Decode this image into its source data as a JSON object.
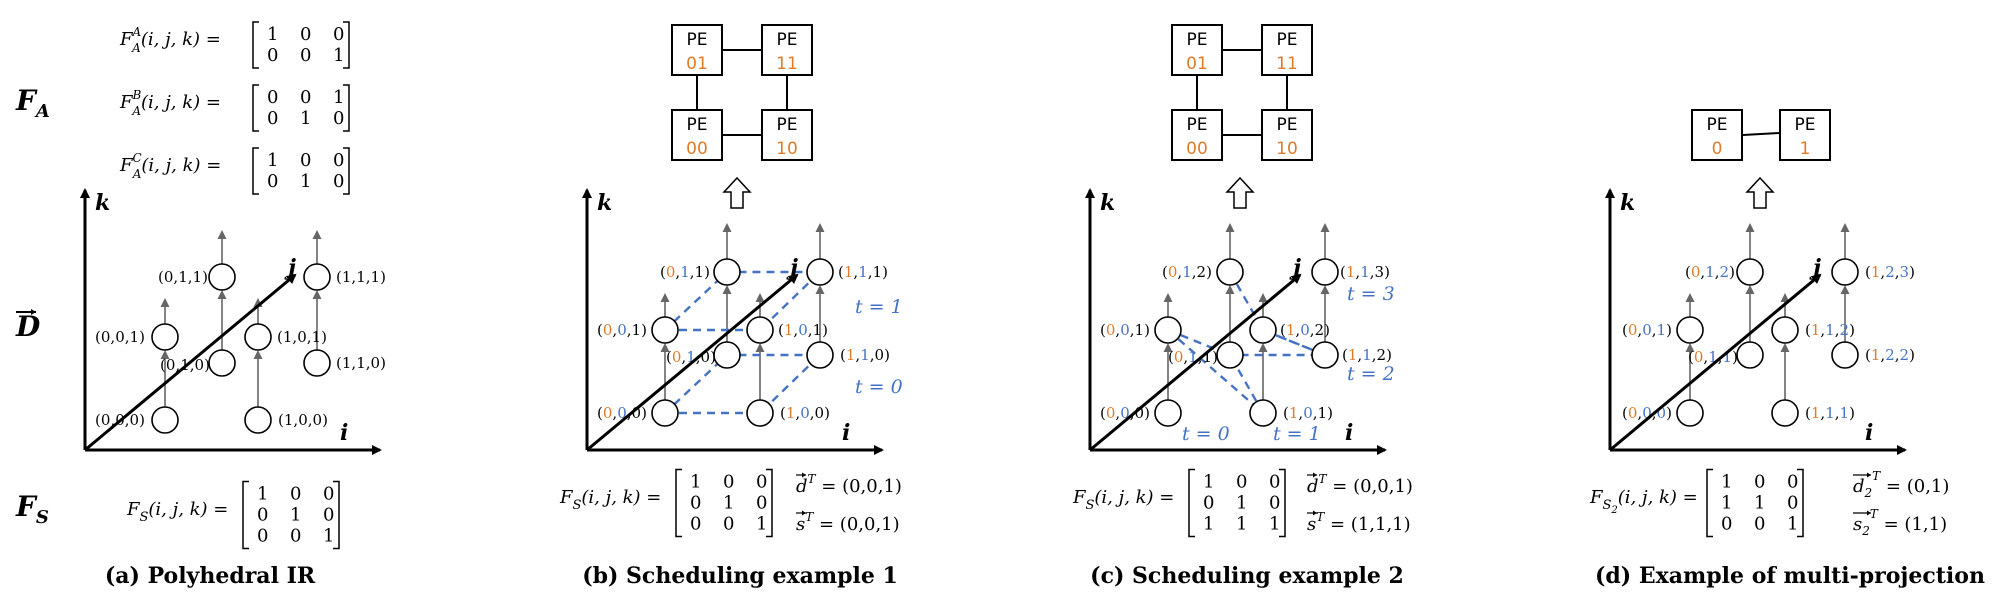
{
  "side_labels": {
    "fa": "F_A",
    "d": "D",
    "fs": "F_S"
  },
  "panel_a": {
    "caption": "(a) Polyhedral IR",
    "fa_eqs": [
      {
        "lhs": "F",
        "sup": "A",
        "sub": "A",
        "args": "(i, j, k) =",
        "rows": [
          [
            "1",
            "0",
            "0"
          ],
          [
            "0",
            "0",
            "1"
          ]
        ]
      },
      {
        "lhs": "F",
        "sup": "B",
        "sub": "A",
        "args": "(i, j, k) =",
        "rows": [
          [
            "0",
            "0",
            "1"
          ],
          [
            "0",
            "1",
            "0"
          ]
        ]
      },
      {
        "lhs": "F",
        "sup": "C",
        "sub": "A",
        "args": "(i, j, k) =",
        "rows": [
          [
            "1",
            "0",
            "0"
          ],
          [
            "0",
            "1",
            "0"
          ]
        ]
      }
    ],
    "nodes": [
      "(0,0,0)",
      "(1,0,0)",
      "(0,1,0)",
      "(1,1,0)",
      "(0,0,1)",
      "(1,0,1)",
      "(0,1,1)",
      "(1,1,1)"
    ],
    "fs_eq": {
      "lhs": "F",
      "sub": "S",
      "args": "(i, j, k) =",
      "rows": [
        [
          "1",
          "0",
          "0"
        ],
        [
          "0",
          "1",
          "0"
        ],
        [
          "0",
          "0",
          "1"
        ]
      ]
    }
  },
  "panel_b": {
    "caption": "(b) Scheduling example 1",
    "pes": [
      {
        "label": "PE",
        "id": "01"
      },
      {
        "label": "PE",
        "id": "11"
      },
      {
        "label": "PE",
        "id": "00"
      },
      {
        "label": "PE",
        "id": "10"
      }
    ],
    "t_labels": [
      "t = 1",
      "t = 0"
    ],
    "fs_eq": {
      "lhs": "F",
      "sub": "S",
      "args": "(i, j, k) =",
      "rows": [
        [
          "1",
          "0",
          "0"
        ],
        [
          "0",
          "1",
          "0"
        ],
        [
          "0",
          "0",
          "1"
        ]
      ]
    },
    "d_vec": "= (0,0,1)",
    "s_vec": "= (0,0,1)"
  },
  "panel_c": {
    "caption": "(c) Scheduling example 2",
    "pes": [
      {
        "label": "PE",
        "id": "01"
      },
      {
        "label": "PE",
        "id": "11"
      },
      {
        "label": "PE",
        "id": "00"
      },
      {
        "label": "PE",
        "id": "10"
      }
    ],
    "t_labels": [
      "t = 3",
      "t = 2",
      "t = 0",
      "t = 1"
    ],
    "fs_eq": {
      "lhs": "F",
      "sub": "S",
      "args": "(i, j, k) =",
      "rows": [
        [
          "1",
          "0",
          "0"
        ],
        [
          "0",
          "1",
          "0"
        ],
        [
          "1",
          "1",
          "1"
        ]
      ]
    },
    "d_vec": "= (0,0,1)",
    "s_vec": "= (1,1,1)"
  },
  "panel_d": {
    "caption": "(d) Example of multi-projection",
    "pes": [
      {
        "label": "PE",
        "id": "0"
      },
      {
        "label": "PE",
        "id": "1"
      }
    ],
    "fs_eq": {
      "lhs": "F",
      "sub": "S",
      "sub2": "2",
      "args": "(i, j, k) =",
      "rows": [
        [
          "1",
          "0",
          "0"
        ],
        [
          "1",
          "1",
          "0"
        ],
        [
          "0",
          "0",
          "1"
        ]
      ]
    },
    "d_vec": "= (0,1)",
    "s_vec": "= (1,1)"
  },
  "axes": {
    "i": "i",
    "j": "j",
    "k": "k"
  }
}
